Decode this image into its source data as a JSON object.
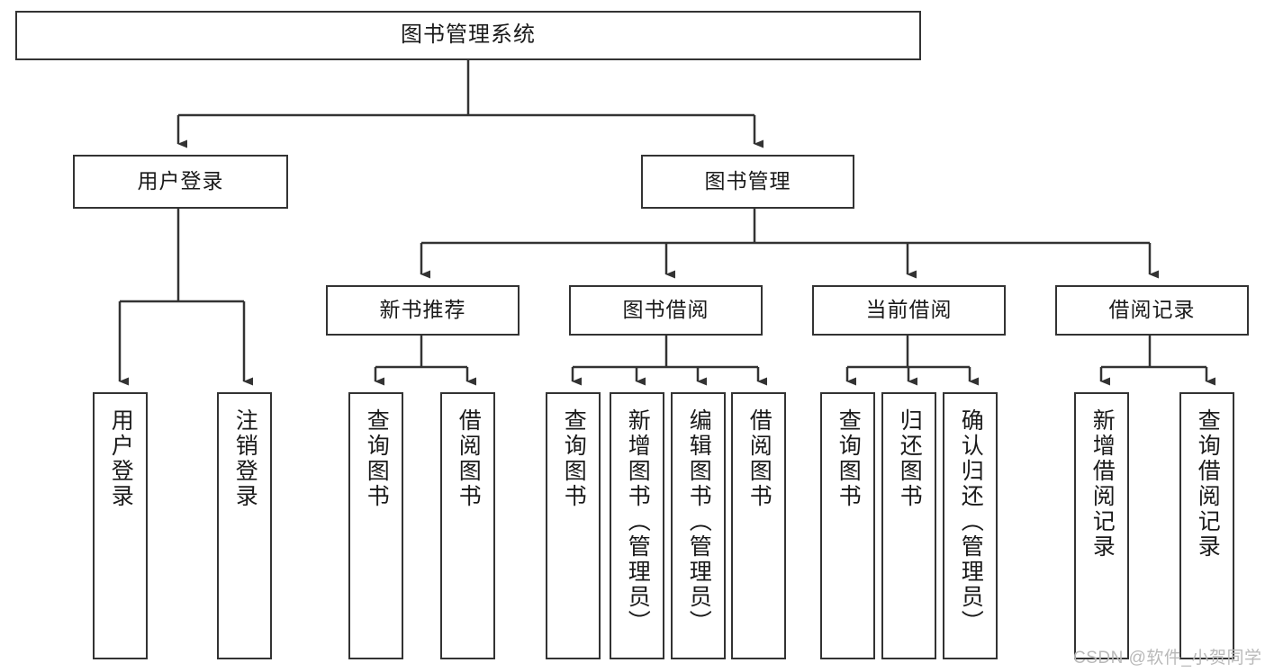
{
  "diagram": {
    "title": "图书管理系统",
    "type": "functional-decomposition-tree",
    "background_color": "#ffffff",
    "stroke_color": "#333333",
    "text_color": "#1a1a1a"
  },
  "root": {
    "label": "图书管理系统"
  },
  "level2": [
    {
      "label": "用户登录"
    },
    {
      "label": "图书管理"
    }
  ],
  "level3": [
    {
      "label": "新书推荐"
    },
    {
      "label": "图书借阅"
    },
    {
      "label": "当前借阅"
    },
    {
      "label": "借阅记录"
    }
  ],
  "leaves": {
    "user_login": [
      {
        "label": "用户登录"
      },
      {
        "label": "注销登录"
      }
    ],
    "new_book_recommend": [
      {
        "label": "查询图书"
      },
      {
        "label": "借阅图书"
      }
    ],
    "book_borrow": [
      {
        "label": "查询图书"
      },
      {
        "label": "新增图书（管理员）"
      },
      {
        "label": "编辑图书（管理员）"
      },
      {
        "label": "借阅图书"
      }
    ],
    "current_borrow": [
      {
        "label": "查询图书"
      },
      {
        "label": "归还图书"
      },
      {
        "label": "确认归还（管理员）"
      }
    ],
    "borrow_record": [
      {
        "label": "新增借阅记录"
      },
      {
        "label": "查询借阅记录"
      }
    ]
  },
  "watermark": {
    "text": "CSDN @软件_小贺同学"
  }
}
